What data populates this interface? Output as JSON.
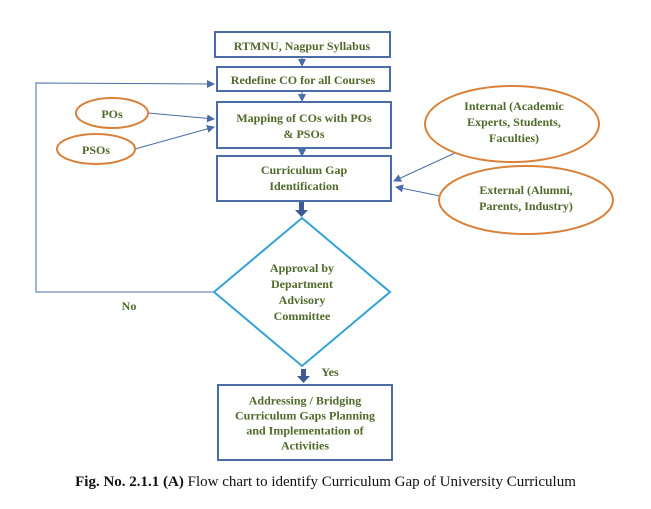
{
  "nodes": {
    "syllabus": {
      "lines": [
        "RTMNU, Nagpur Syllabus"
      ]
    },
    "redefine": {
      "lines": [
        "Redefine CO for all Courses"
      ]
    },
    "mapping": {
      "lines": [
        "Mapping of COs with POs",
        "& PSOs"
      ]
    },
    "gap": {
      "lines": [
        "Curriculum Gap",
        "Identification"
      ]
    },
    "approval": {
      "lines": [
        "Approval by",
        "Department",
        "Advisory",
        "Committee"
      ]
    },
    "addressing": {
      "lines": [
        "Addressing / Bridging",
        "Curriculum Gaps Planning",
        "and Implementation of",
        "Activities"
      ]
    },
    "pos": {
      "lines": [
        "POs"
      ]
    },
    "psos": {
      "lines": [
        "PSOs"
      ]
    },
    "internal": {
      "lines": [
        "Internal (Academic",
        "Experts, Students,",
        "Faculties)"
      ]
    },
    "external": {
      "lines": [
        "External (Alumni,",
        "Parents, Industry)"
      ]
    }
  },
  "edge_labels": {
    "no": "No",
    "yes": "Yes"
  },
  "caption": {
    "bold": "Fig. No. 2.1.1 (A)",
    "rest": " Flow chart to identify Curriculum Gap of University Curriculum"
  },
  "colors": {
    "box_border": "#4a6da7",
    "ellipse_border": "#d9823b",
    "diamond_border": "#33a3d6",
    "text": "#4f6a2a",
    "arrow": "#4a6da7"
  }
}
